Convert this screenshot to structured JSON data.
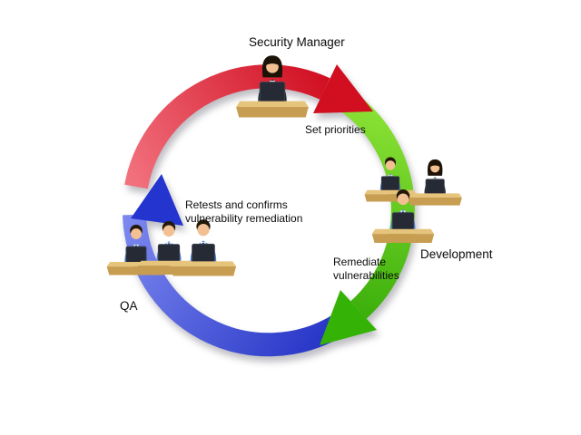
{
  "diagram": {
    "type": "cycle",
    "background_color": "#ffffff",
    "nodes": {
      "security_manager": {
        "title": "Security Manager",
        "action": "Set priorities",
        "figures": 1
      },
      "development": {
        "title": "Development",
        "action": "Remediate\nvulnerabilities",
        "figures": 3
      },
      "qa": {
        "title": "QA",
        "action": "Retests and confirms\nvulnerability remediation",
        "figures": 3
      }
    },
    "arrows": [
      {
        "id": "arrow-red",
        "from": "Security Manager",
        "to": "Development",
        "color": "#d10f20"
      },
      {
        "id": "arrow-green",
        "from": "Development",
        "to": "QA",
        "color": "#35b206"
      },
      {
        "id": "arrow-blue",
        "from": "QA",
        "to": "Security Manager",
        "color": "#2334cf"
      }
    ]
  }
}
